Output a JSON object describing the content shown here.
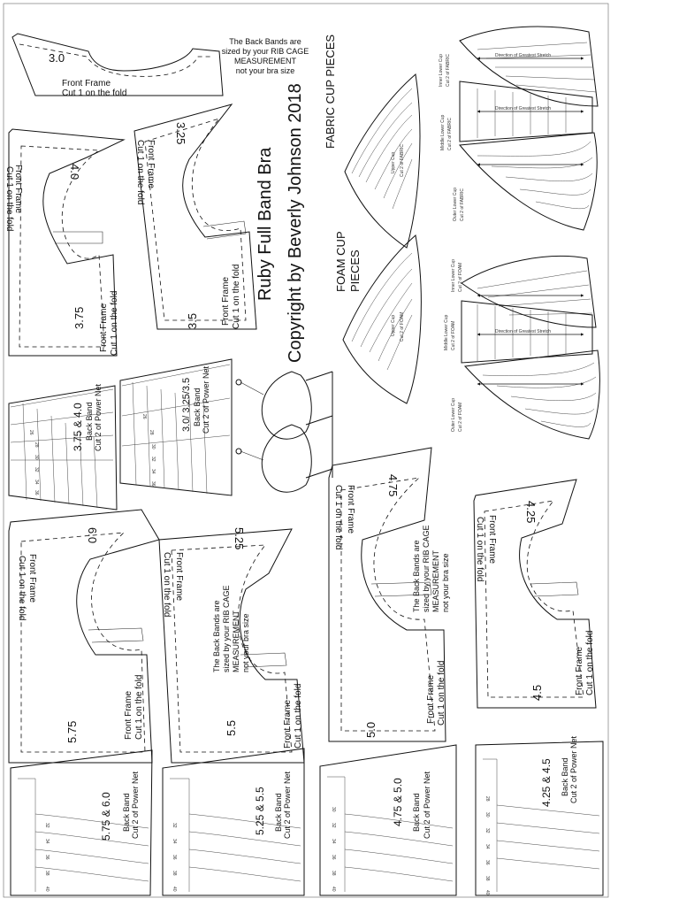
{
  "title": {
    "line1": "Ruby Full Band Bra",
    "line2": "Copyright by Beverly Johnson 2018"
  },
  "note": {
    "line1": "The Back Bands are",
    "line2": "sized by your RIB CAGE",
    "line3": "MEASUREMENT",
    "line4": "not your bra size"
  },
  "front_frame": {
    "name": "Front Frame",
    "instruction": "Cut 1 on the fold",
    "sizes": [
      "3.0",
      "3.25",
      "3.5",
      "3.75",
      "4.0",
      "4.25",
      "4.5",
      "4.75",
      "5.0",
      "5.25",
      "5.5",
      "5.75",
      "6.0"
    ]
  },
  "back_band": {
    "name": "Back Band",
    "instruction": "Cut 2 of Power Net",
    "groups": [
      "3.0/ 3.25/3.5",
      "3.75 & 4.0",
      "4.25 & 4.5",
      "4.75 & 5.0",
      "5.25 & 5.5",
      "5.75 & 6.0"
    ],
    "band_lengths": [
      "26",
      "28",
      "30",
      "32",
      "34",
      "36",
      "38",
      "40"
    ]
  },
  "cups": {
    "fabric_heading": "FABRIC CUP PIECES",
    "foam_heading_1": "FOAM CUP",
    "foam_heading_2": "PIECES",
    "upper_cup": "Upper Cup",
    "inner_lower": "Inner Lower Cup",
    "middle_lower": "Middle Lower Cup",
    "outer_lower": "Outer Lower Cup",
    "cut_fabric": "Cut 2 of FABRIC",
    "cut_foam": "Cut 2 of FOAM",
    "grain": "Direction of Greatest Stretch"
  },
  "icons": [
    "bra-illustration-icon",
    "grainline-arrow-icon"
  ]
}
